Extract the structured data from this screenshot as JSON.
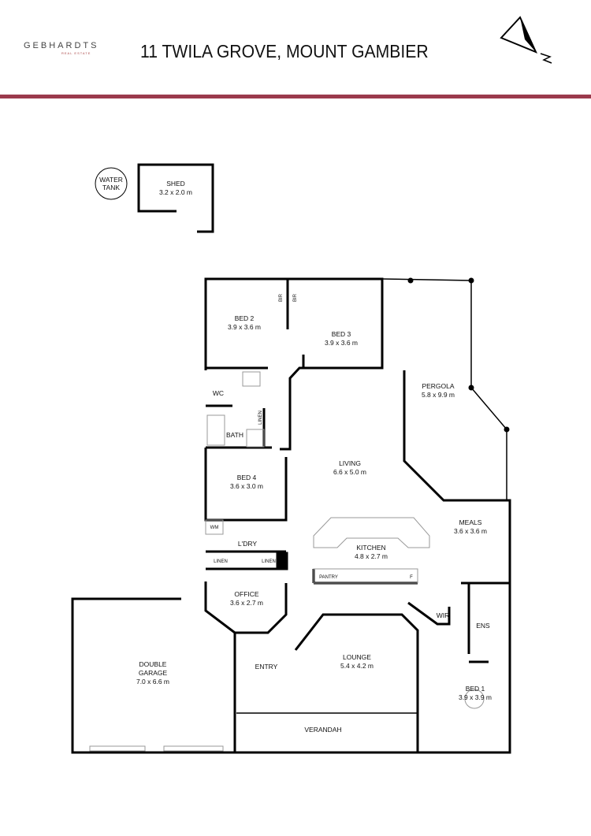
{
  "header": {
    "logo": "GEBHARDTS",
    "logo_sub": "REAL ESTATE",
    "title": "11 TWILA GROVE, MOUNT GAMBIER",
    "accent_color": "#9b3a4c",
    "compass_icon": "north-arrow"
  },
  "rooms": {
    "water_tank": {
      "name": "WATER",
      "name2": "TANK"
    },
    "shed": {
      "name": "SHED",
      "dims": "3.2 x 2.0 m"
    },
    "bed2": {
      "name": "BED 2",
      "dims": "3.9 x 3.6 m"
    },
    "bed3": {
      "name": "BED 3",
      "dims": "3.9 x 3.6 m"
    },
    "pergola": {
      "name": "PERGOLA",
      "dims": "5.8 x 9.9 m"
    },
    "living": {
      "name": "LIVING",
      "dims": "6.6 x 5.0 m"
    },
    "bed4": {
      "name": "BED 4",
      "dims": "3.6 x 3.0 m"
    },
    "meals": {
      "name": "MEALS",
      "dims": "3.6 x 3.6 m"
    },
    "kitchen": {
      "name": "KITCHEN",
      "dims": "4.8 x 2.7 m"
    },
    "office": {
      "name": "OFFICE",
      "dims": "3.6 x 2.7 m"
    },
    "garage": {
      "name": "DOUBLE",
      "name2": "GARAGE",
      "dims": "7.0 x 6.6 m"
    },
    "lounge": {
      "name": "LOUNGE",
      "dims": "5.4 x 4.2 m"
    },
    "bed1": {
      "name": "BED 1",
      "dims": "3.9 x 3.9 m"
    },
    "entry": {
      "name": "ENTRY"
    },
    "verandah": {
      "name": "VERANDAH"
    },
    "wc": {
      "name": "WC"
    },
    "bath": {
      "name": "BATH"
    },
    "ldry": {
      "name": "L'DRY"
    },
    "wir": {
      "name": "WIR"
    },
    "ens": {
      "name": "ENS"
    }
  },
  "fixtures": {
    "bir1": "BIR",
    "bir2": "BIR",
    "linen_bath": "LINEN",
    "wm": "WM",
    "linen1": "LINEN",
    "linen2": "LINEN",
    "pantry": "PANTRY",
    "fridge": "F"
  }
}
